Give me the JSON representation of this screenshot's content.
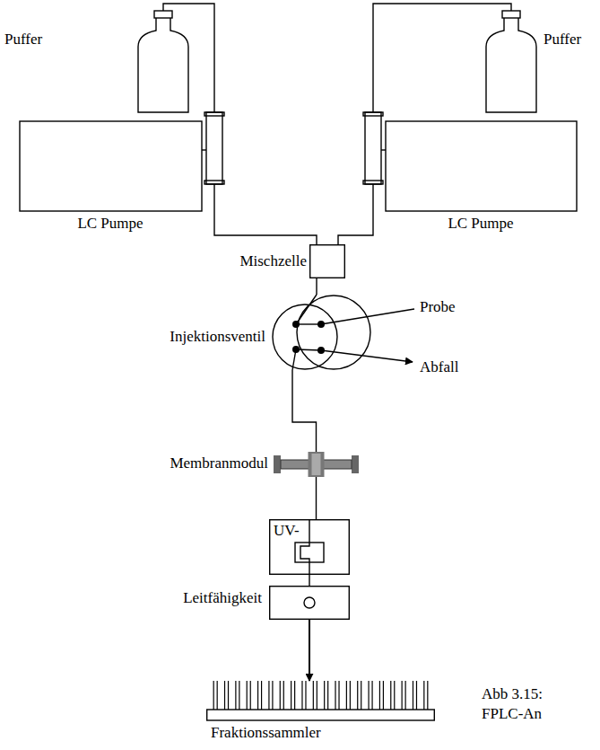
{
  "diagram": {
    "caption": "Abb 3.15: FPLC-An",
    "nodes": [
      {
        "text": [
          "Puffer"
        ]
      },
      {
        "text": [
          "Puffer"
        ]
      },
      {
        "text": [
          "LC Pumpe"
        ]
      },
      {
        "text": [
          "LC Pumpe"
        ]
      },
      {
        "text": [
          "Mischzelle"
        ]
      },
      {
        "text": [
          "Injektionsventil"
        ]
      },
      {
        "text": [
          "Membranmodul"
        ]
      },
      {
        "text": [
          "UV-"
        ]
      },
      {
        "text": [
          "Leitfähigkeit"
        ]
      },
      {
        "text": [
          "Fraktionssammler"
        ]
      }
    ],
    "edges": [
      {
        "from": 0,
        "to": 2,
        "arrow": "none"
      },
      {
        "from": 1,
        "to": 3,
        "arrow": "none"
      },
      {
        "from": 2,
        "to": 4,
        "arrow": "none"
      },
      {
        "from": 3,
        "to": 4,
        "arrow": "none"
      },
      {
        "from": 4,
        "to": 5,
        "arrow": "none"
      },
      {
        "from": 5,
        "to": 6,
        "arrow": "none"
      },
      {
        "from": 6,
        "to": 7,
        "arrow": "none"
      },
      {
        "from": 7,
        "to": 8,
        "arrow": "none"
      },
      {
        "from": 8,
        "to": 9,
        "arrow": "to"
      }
    ],
    "labels": [
      "Probe",
      "Abfall"
    ]
  }
}
